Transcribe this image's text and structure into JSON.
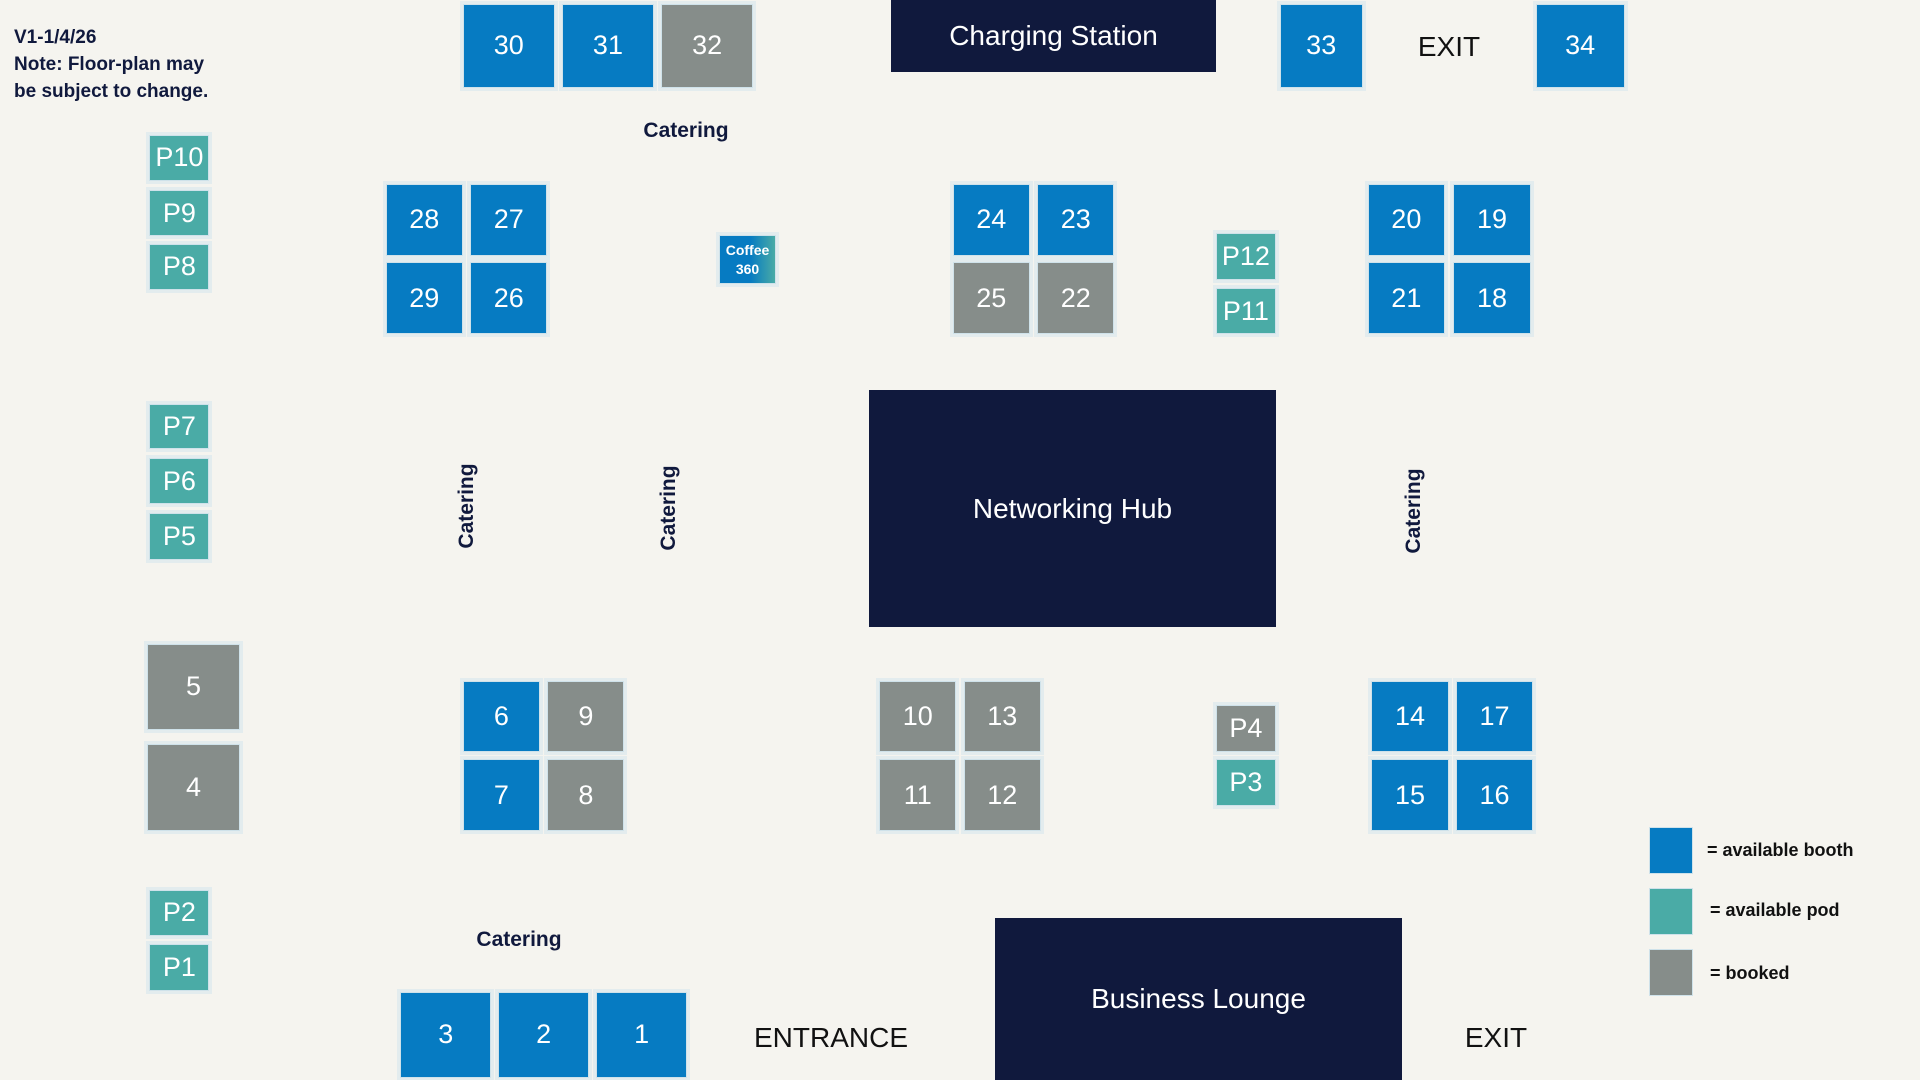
{
  "note": {
    "version": "V1-1/4/26",
    "line1": "Note: Floor-plan may",
    "line2": "be subject to change."
  },
  "zones": {
    "charging": "Charging Station",
    "networking": "Networking Hub",
    "lounge": "Business Lounge"
  },
  "labels": {
    "catering": "Catering",
    "exit": "EXIT",
    "entrance": "ENTRANCE"
  },
  "coffee": {
    "line1": "Coffee",
    "line2": "360"
  },
  "legend": [
    {
      "label": "= available booth",
      "color": "#067BC2"
    },
    {
      "label": "= available pod",
      "color": "#4AABA6"
    },
    {
      "label": "= booked",
      "color": "#868D8A"
    }
  ],
  "colors": {
    "booth": "#067BC2",
    "pod": "#4AABA6",
    "booked": "#868D8A",
    "zone": "#10193D",
    "background": "#F5F4EF"
  },
  "tiles": [
    {
      "label": "30",
      "status": "booth"
    },
    {
      "label": "31",
      "status": "booth"
    },
    {
      "label": "32",
      "status": "booked"
    },
    {
      "label": "33",
      "status": "booth"
    },
    {
      "label": "34",
      "status": "booth"
    },
    {
      "label": "P10",
      "status": "pod"
    },
    {
      "label": "P9",
      "status": "pod"
    },
    {
      "label": "P8",
      "status": "pod"
    },
    {
      "label": "28",
      "status": "booth"
    },
    {
      "label": "27",
      "status": "booth"
    },
    {
      "label": "29",
      "status": "booth"
    },
    {
      "label": "26",
      "status": "booth"
    },
    {
      "label": "24",
      "status": "booth"
    },
    {
      "label": "23",
      "status": "booth"
    },
    {
      "label": "25",
      "status": "booked"
    },
    {
      "label": "22",
      "status": "booked"
    },
    {
      "label": "P12",
      "status": "pod"
    },
    {
      "label": "P11",
      "status": "pod"
    },
    {
      "label": "20",
      "status": "booth"
    },
    {
      "label": "19",
      "status": "booth"
    },
    {
      "label": "21",
      "status": "booth"
    },
    {
      "label": "18",
      "status": "booth"
    },
    {
      "label": "P7",
      "status": "pod"
    },
    {
      "label": "P6",
      "status": "pod"
    },
    {
      "label": "P5",
      "status": "pod"
    },
    {
      "label": "5",
      "status": "booked"
    },
    {
      "label": "4",
      "status": "booked"
    },
    {
      "label": "6",
      "status": "booth"
    },
    {
      "label": "9",
      "status": "booked"
    },
    {
      "label": "7",
      "status": "booth"
    },
    {
      "label": "8",
      "status": "booked"
    },
    {
      "label": "10",
      "status": "booked"
    },
    {
      "label": "13",
      "status": "booked"
    },
    {
      "label": "11",
      "status": "booked"
    },
    {
      "label": "12",
      "status": "booked"
    },
    {
      "label": "P4",
      "status": "booked"
    },
    {
      "label": "P3",
      "status": "pod"
    },
    {
      "label": "14",
      "status": "booth"
    },
    {
      "label": "17",
      "status": "booth"
    },
    {
      "label": "15",
      "status": "booth"
    },
    {
      "label": "16",
      "status": "booth"
    },
    {
      "label": "P2",
      "status": "pod"
    },
    {
      "label": "P1",
      "status": "pod"
    },
    {
      "label": "3",
      "status": "booth"
    },
    {
      "label": "2",
      "status": "booth"
    },
    {
      "label": "1",
      "status": "booth"
    }
  ]
}
